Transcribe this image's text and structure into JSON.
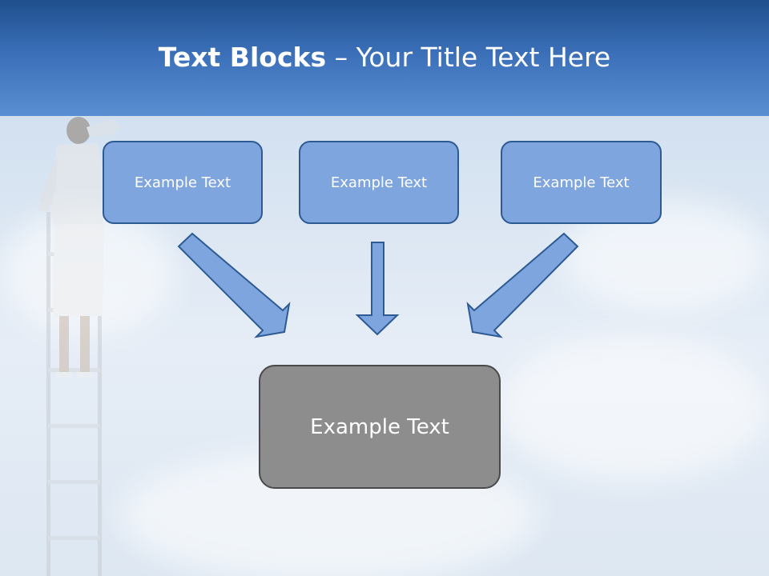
{
  "header": {
    "title_bold": "Text Blocks",
    "title_dash": " – ",
    "title_rest": "Your Title Text Here"
  },
  "blocks": [
    {
      "label": "Example Text"
    },
    {
      "label": "Example Text"
    },
    {
      "label": "Example Text"
    }
  ],
  "result_block": {
    "label": "Example Text"
  },
  "colors": {
    "header": "#3a6fb8",
    "top_box_fill": "#7ea5dd",
    "top_box_border": "#2d5a93",
    "arrow_fill": "#7ea5dd",
    "bottom_box_fill": "#8d8d8d",
    "bottom_box_border": "#4a4a4a"
  }
}
